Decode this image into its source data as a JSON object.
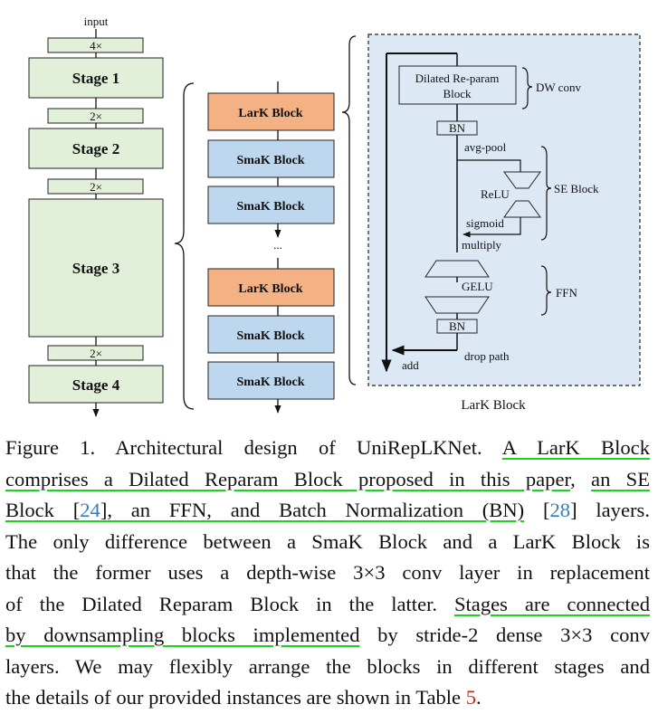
{
  "diagram": {
    "input_label": "input",
    "stages": [
      {
        "label": "Stage 1",
        "multiplier": "4×"
      },
      {
        "label": "Stage 2",
        "multiplier": "2×"
      },
      {
        "label": "Stage 3",
        "multiplier": "2×"
      },
      {
        "label": "Stage 4",
        "multiplier": "2×"
      }
    ],
    "blocks_column": [
      "LarK Block",
      "SmaK Block",
      "SmaK Block",
      "...",
      "LarK Block",
      "SmaK Block",
      "SmaK Block"
    ],
    "lark_detail": {
      "dilated_block": [
        "Dilated Re-param",
        "Block"
      ],
      "dw_conv": "DW conv",
      "bn": "BN",
      "avg_pool": "avg-pool",
      "relu": "ReLU",
      "se_block": "SE Block",
      "sigmoid": "sigmoid",
      "multiply": "multiply",
      "gelu": "GELU",
      "ffn": "FFN",
      "bn2": "BN",
      "add": "add",
      "drop_path": "drop path",
      "panel_title": "LarK Block"
    },
    "colors": {
      "stage_fill": "#e2efd9",
      "lark_fill": "#f4b183",
      "smak_fill": "#bdd7ee",
      "panel_fill": "#dce9f5"
    }
  },
  "caption": {
    "l1a": "Figure 1.  Architectural design of UniRepLKNet. ",
    "l1b": "A LarK Block",
    "l2a": "comprises a Dilated Reparam Block proposed in this paper",
    "l2b": ", ",
    "l2c": "an SE",
    "l3a": "Block [",
    "l3ref1": "24",
    "l3b": "], an FFN, and Batch Normalization (BN)",
    "l3c": " [",
    "l3ref2": "28",
    "l3d": "] layers.",
    "l4": "The only difference between a SmaK Block and a LarK Block is",
    "l5": "that the former uses a depth-wise 3×3 conv layer in replacement",
    "l6a": "of the Dilated Reparam Block in the latter. ",
    "l6b": "Stages are connected",
    "l7a": "by downsampling blocks implemented",
    "l7b": " by stride-2 dense 3×3 conv",
    "l8": "layers. We may flexibly arrange the blocks in different stages and",
    "l9a": "the details of our provided instances are shown in Table ",
    "l9ref": "5",
    "l9b": "."
  }
}
